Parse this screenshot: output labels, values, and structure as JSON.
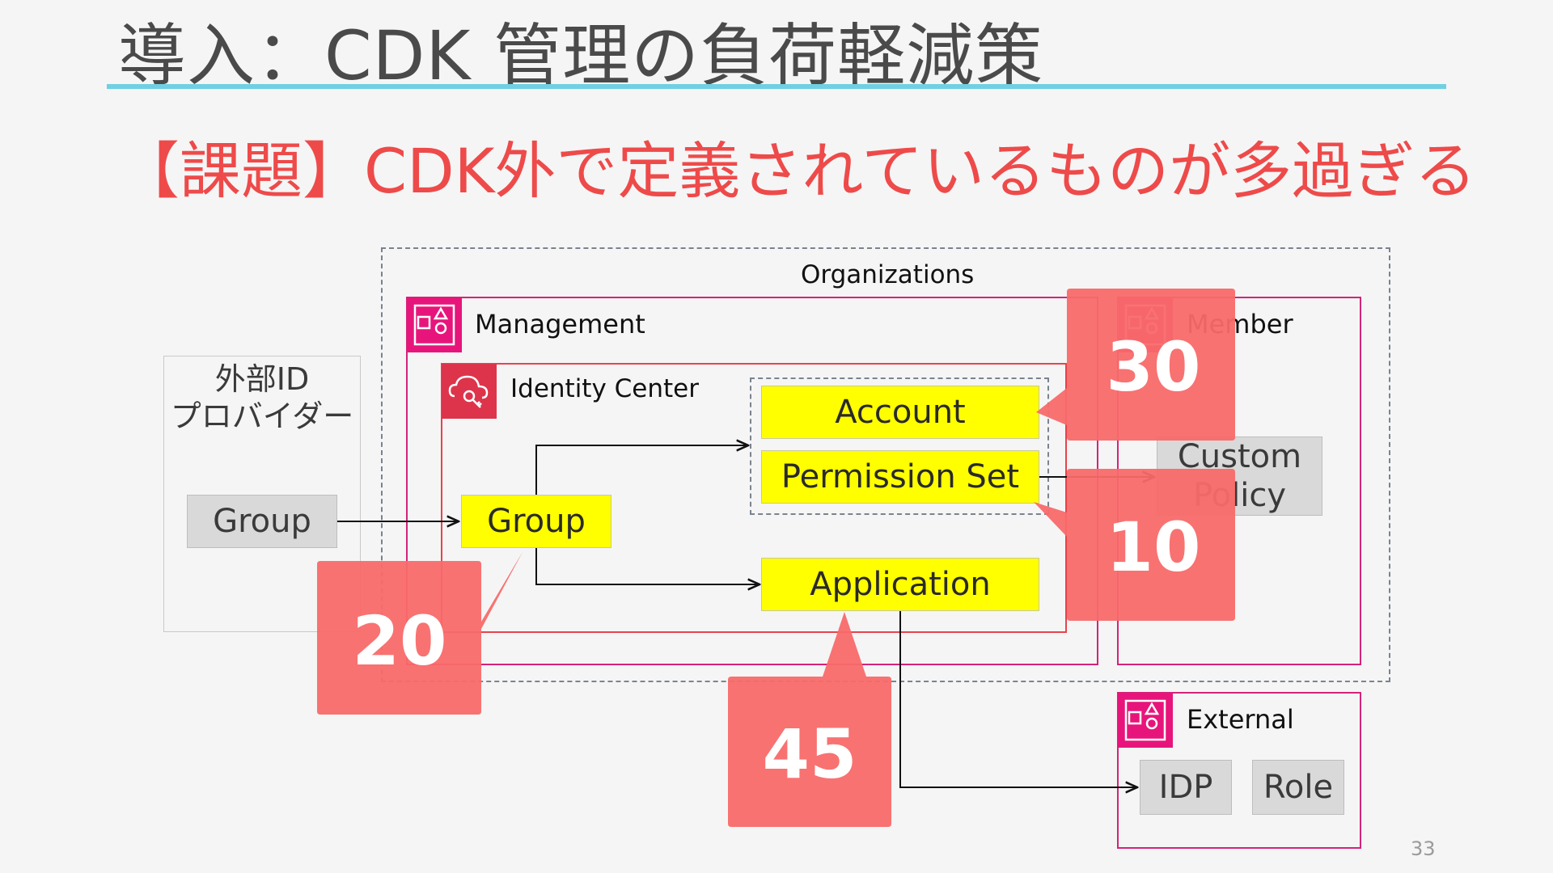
{
  "slide": {
    "title": "導入：CDK 管理の負荷軽減策",
    "subtitle": "【課題】CDK外で定義されているものが多過ぎる",
    "page_number": "33"
  },
  "colors": {
    "title_rule": "#6fd0e3",
    "subtitle": "#ee4a4a",
    "account_border": "#d4237a",
    "identity_center_border": "#e8434c",
    "highlight_yellow": "#ffff00",
    "callout": "#f86a6a"
  },
  "diagram": {
    "organizations_label": "Organizations",
    "external_idp": {
      "label_line1": "外部ID",
      "label_line2": "プロバイダー",
      "group_label": "Group"
    },
    "management": {
      "label": "Management",
      "icon": "account-icon"
    },
    "identity_center": {
      "label": "Identity Center",
      "icon": "identity-center-icon",
      "group_label": "Group",
      "account_label": "Account",
      "permission_set_label": "Permission Set",
      "application_label": "Application"
    },
    "member": {
      "label": "Member",
      "icon": "account-icon",
      "custom_policy_line1": "Custom",
      "custom_policy_line2": "Policy"
    },
    "external": {
      "label": "External",
      "icon": "account-icon",
      "idp_label": "IDP",
      "role_label": "Role"
    },
    "callouts": [
      {
        "value": "30",
        "target": "Account"
      },
      {
        "value": "10",
        "target": "Permission Set"
      },
      {
        "value": "20",
        "target": "Group"
      },
      {
        "value": "45",
        "target": "Application"
      }
    ]
  }
}
